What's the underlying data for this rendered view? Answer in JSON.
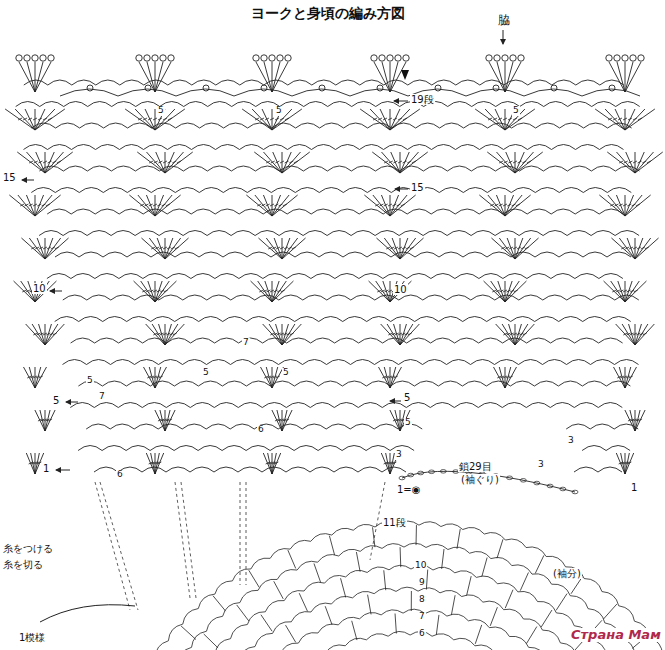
{
  "diagram": {
    "title": "ヨークと身頃の編み方図",
    "labels": [
      "脇",
      "19段",
      "15",
      "15",
      "10",
      "10",
      "5",
      "5",
      "1",
      "1",
      "1=◉",
      "鎖29目",
      "(袖ぐり)",
      "11段",
      "10",
      "9",
      "8",
      "7",
      "6",
      "(袖分)",
      "1模様",
      "糸をつける",
      "糸を切る",
      "5",
      "5",
      "5",
      "5",
      "7",
      "7",
      "5",
      "5",
      "5",
      "6",
      "6",
      "3",
      "3",
      "3",
      "Страна Мам"
    ]
  }
}
